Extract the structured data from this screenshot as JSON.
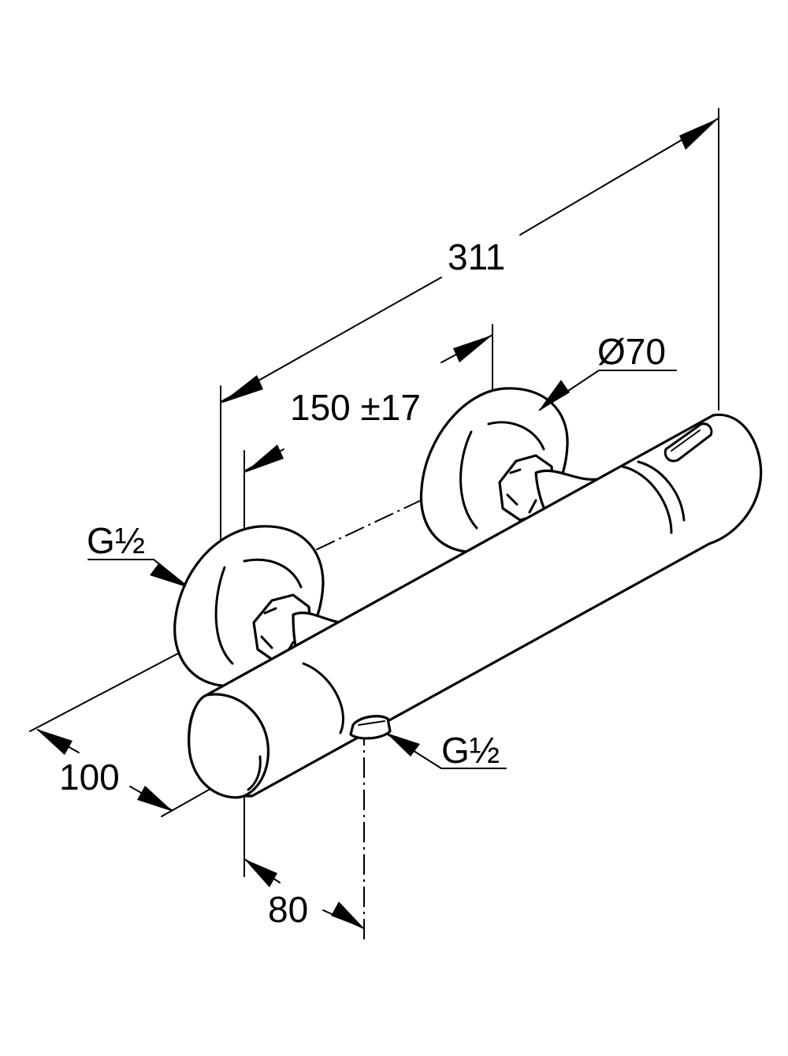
{
  "dimensions": {
    "overall_length": "311",
    "inlet_spacing": "150 ±17",
    "escutcheon_diameter": "Ø70",
    "depth": "100",
    "outlet_offset": "80"
  },
  "threads": {
    "inlet_thread": "G½",
    "outlet_thread": "G½"
  }
}
